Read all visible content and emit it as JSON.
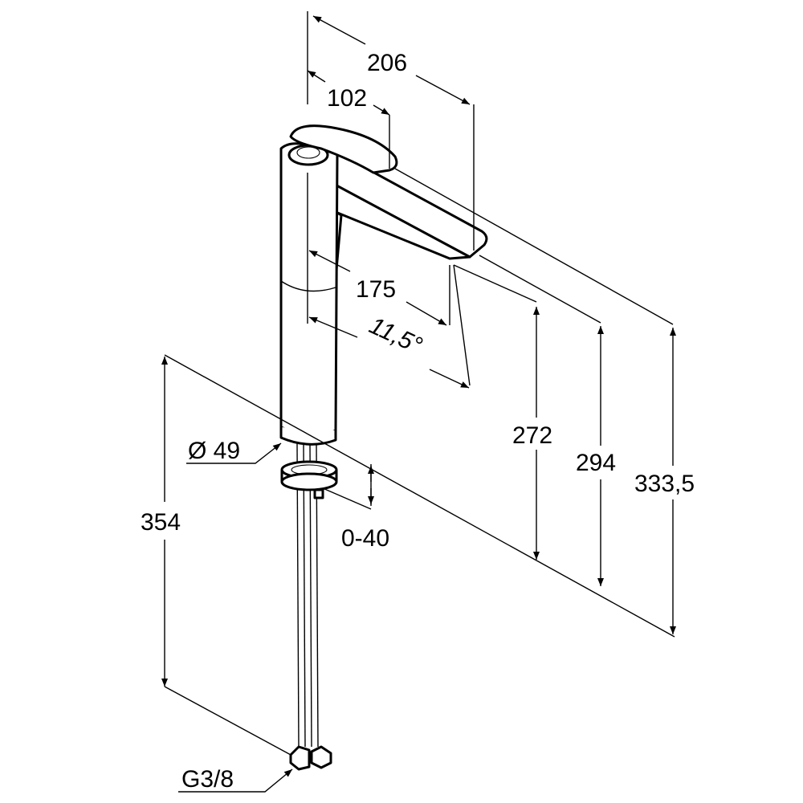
{
  "dimensions": {
    "width_total": "206",
    "spout_to_handle": "102",
    "reach": "175",
    "angle": "11,5°",
    "height_272": "272",
    "height_294": "294",
    "height_total": "333,5",
    "diameter": "Ø 49",
    "deck_thickness": "0-40",
    "hose_length": "354",
    "thread": "G3/8"
  },
  "colors": {
    "line": "#000000",
    "background": "#ffffff"
  }
}
